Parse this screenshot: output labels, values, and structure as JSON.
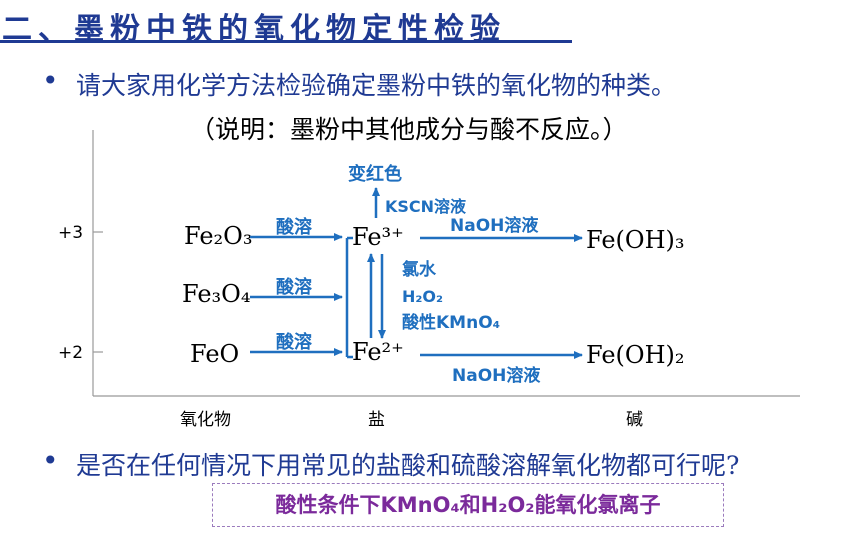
{
  "title": "二、墨粉中铁的氧化物定性检验",
  "bullet1": "请大家用化学方法检验确定墨粉中铁的氧化物的种类。",
  "note": "（说明：墨粉中其他成分与酸不反应。）",
  "diagram": {
    "y_labels": [
      "+3",
      "+2"
    ],
    "x_labels": [
      "氧化物",
      "盐",
      "碱"
    ],
    "oxides": {
      "fe2o3": "Fe₂O₃",
      "fe3o4": "Fe₃O₄",
      "feo": "FeO"
    },
    "acid_label": "酸溶",
    "fe3": "Fe³⁺",
    "fe2": "Fe²⁺",
    "base3": "Fe(OH)₃",
    "base2": "Fe(OH)₂",
    "red_color": "变红色",
    "kscn": "KSCN溶液",
    "naoh": "NaOH溶液",
    "oxidants": [
      "氯水",
      "H₂O₂",
      "酸性KMnO₄"
    ],
    "arrow_color": "#1f6fbf"
  },
  "bullet2": "是否在任何情况下用常见的盐酸和硫酸溶解氧化物都可行呢?",
  "conclusion": "酸性条件下KMnO₄和H₂O₂能氧化氯离子"
}
